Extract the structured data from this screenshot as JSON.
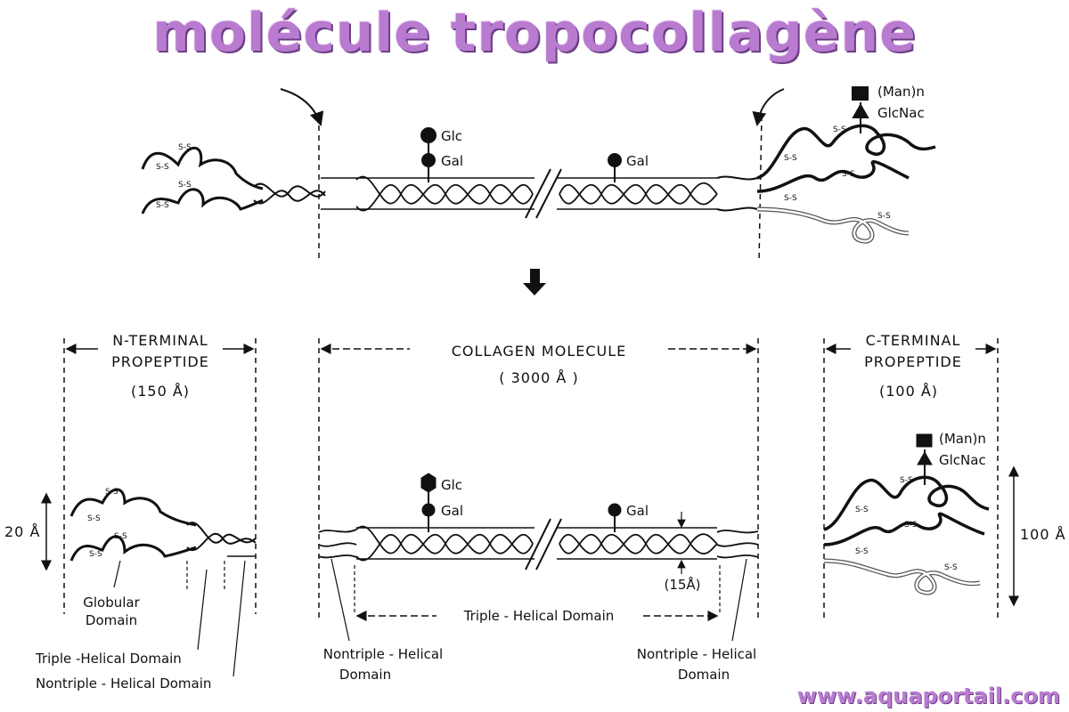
{
  "title": "molécule tropocollagène",
  "watermark": "www.aquaportail.com",
  "top": {
    "glc": "Glc",
    "gal1": "Gal",
    "gal2": "Gal",
    "man": "(Man)n",
    "glcnac": "GlcNac"
  },
  "n_terminal": {
    "line1": "N-TERMINAL",
    "line2": "PROPEPTIDE",
    "size": "(150 Å)",
    "height": "20 Å",
    "globular1": "Globular",
    "globular2": "Domain",
    "triple": "Triple -Helical Domain",
    "nontriple": "Nontriple - Helical Domain"
  },
  "collagen": {
    "line1": "COLLAGEN  MOLECULE",
    "size": "( 3000 Å )",
    "glc": "Glc",
    "gal1": "Gal",
    "gal2": "Gal",
    "diameter": "(15Å)",
    "triple": "Triple - Helical Domain",
    "nontriple_left1": "Nontriple - Helical",
    "nontriple_left2": "Domain",
    "nontriple_right1": "Nontriple - Helical",
    "nontriple_right2": "Domain"
  },
  "c_terminal": {
    "line1": "C-TERMINAL",
    "line2": "PROPEPTIDE",
    "size": "(100 Å)",
    "man": "(Man)n",
    "glcnac": "GlcNac",
    "height": "100 Å"
  }
}
